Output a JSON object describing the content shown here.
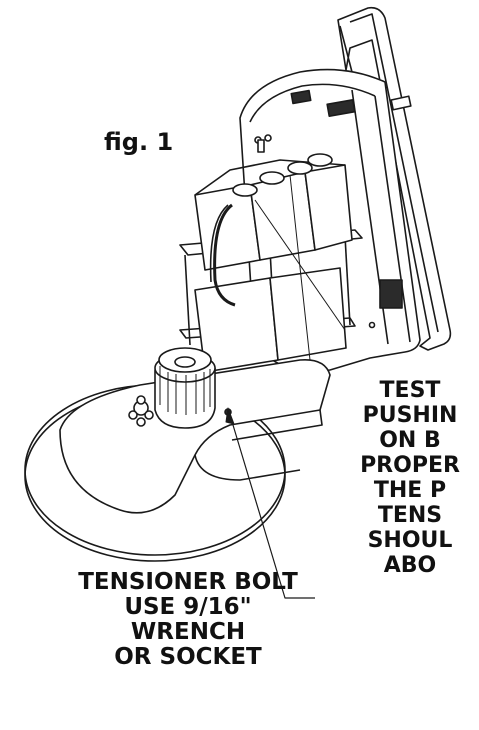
{
  "figure": {
    "label": "fig. 1"
  },
  "callouts": {
    "tensioner_lines": [
      "TENSIONER BOLT",
      "USE 9/16\"",
      "WRENCH",
      "OR SOCKET"
    ],
    "test_lines": [
      "TEST",
      "PUSHIN",
      "ON B",
      "PROPER",
      "THE P",
      "TENS",
      "SHOUL",
      "ABO"
    ]
  },
  "colors": {
    "line": "#1a1a1a",
    "dark_panel": "#2b2b2b",
    "fill": "#ffffff"
  }
}
